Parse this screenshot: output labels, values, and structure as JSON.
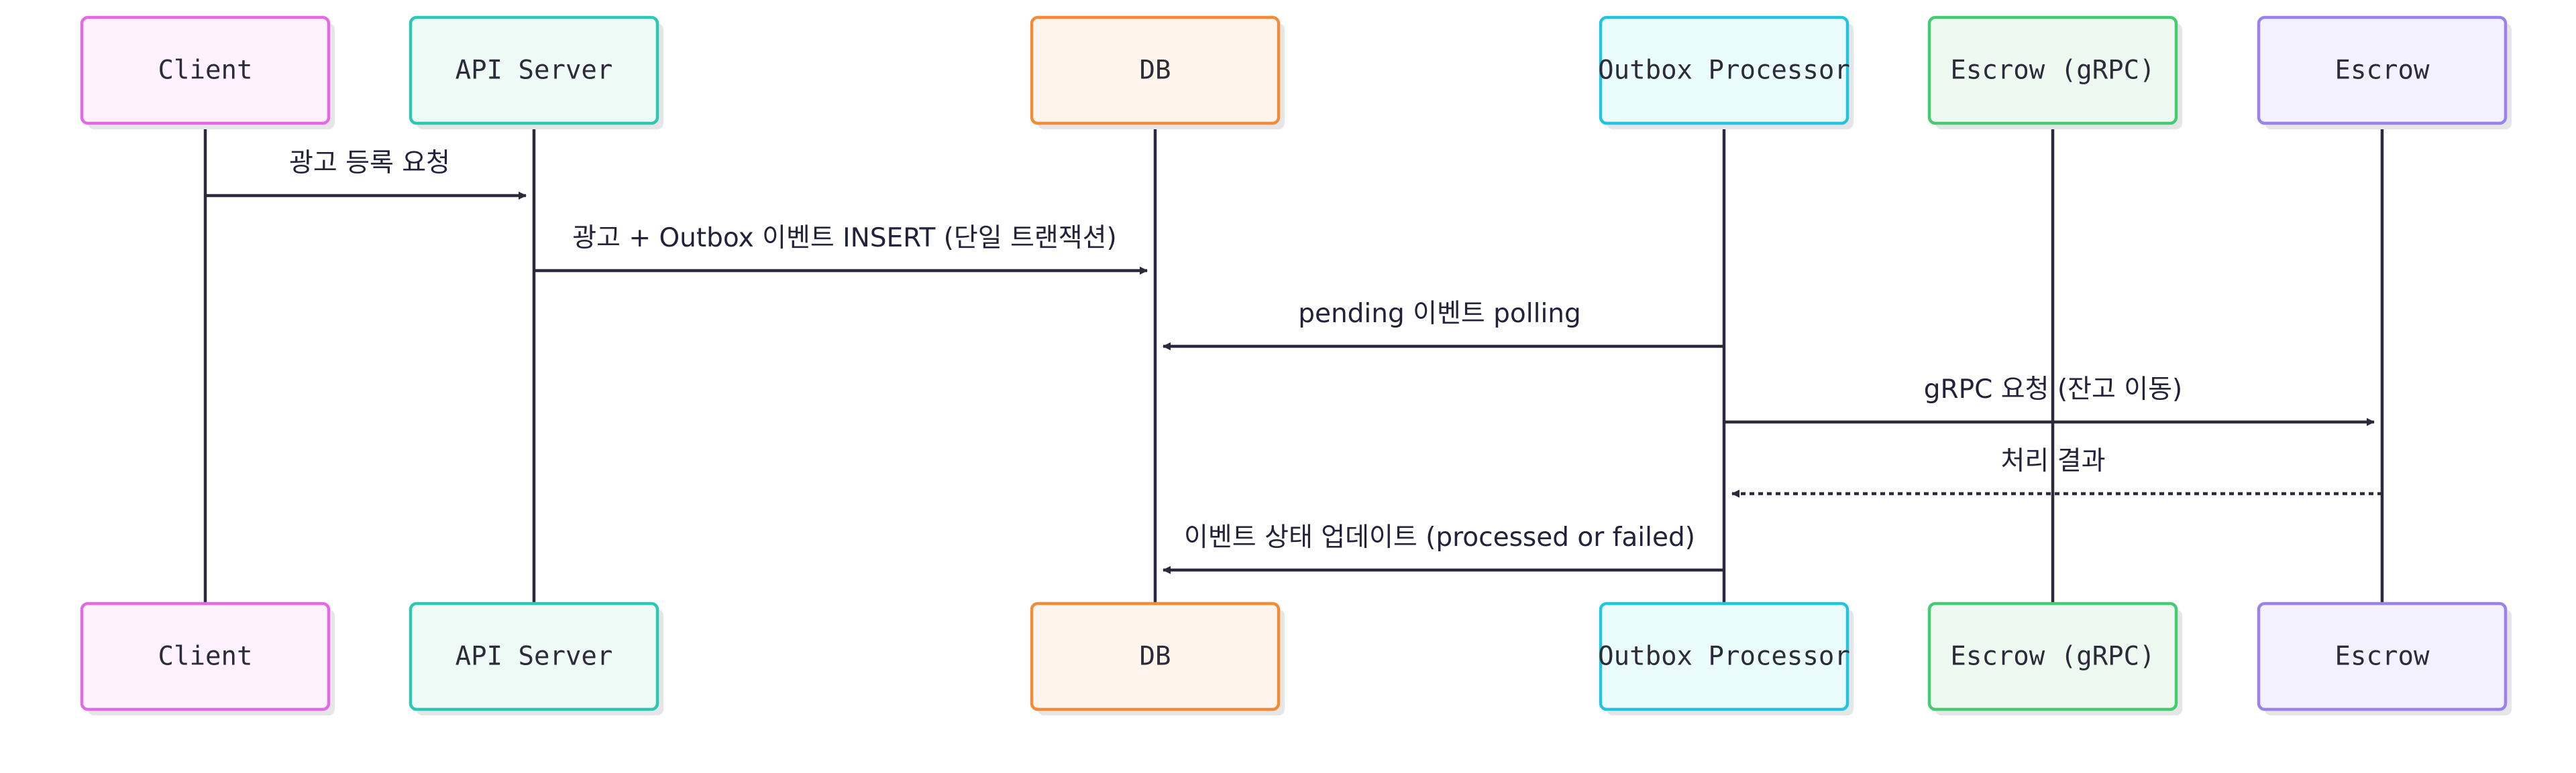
{
  "diagram": {
    "type": "sequence",
    "participants": [
      {
        "id": "client",
        "label": "Client",
        "fill": "#fdf2fd",
        "stroke": "#e36ae3"
      },
      {
        "id": "api",
        "label": "API Server",
        "fill": "#eefaf6",
        "stroke": "#2dc8b4"
      },
      {
        "id": "db",
        "label": "DB",
        "fill": "#fff5ec",
        "stroke": "#f28c38"
      },
      {
        "id": "outbox",
        "label": "Outbox Processor",
        "fill": "#eafcfc",
        "stroke": "#22c5dd"
      },
      {
        "id": "escrow_grpc",
        "label": "Escrow (gRPC)",
        "fill": "#eefaf1",
        "stroke": "#45cc72"
      },
      {
        "id": "escrow",
        "label": "Escrow",
        "fill": "#f3f1fe",
        "stroke": "#9a82ea"
      }
    ],
    "messages": [
      {
        "from": "client",
        "to": "api",
        "text": "광고 등록 요청",
        "style": "solid"
      },
      {
        "from": "api",
        "to": "db",
        "text": "광고 + Outbox 이벤트 INSERT (단일 트랜잭션)",
        "style": "solid"
      },
      {
        "from": "outbox",
        "to": "db",
        "text": "pending 이벤트 polling",
        "style": "solid"
      },
      {
        "from": "outbox",
        "to": "escrow",
        "text": "gRPC 요청 (잔고 이동)",
        "style": "solid"
      },
      {
        "from": "escrow",
        "to": "outbox",
        "text": "처리 결과",
        "style": "dotted"
      },
      {
        "from": "outbox",
        "to": "db",
        "text": "이벤트 상태 업데이트 (processed or failed)",
        "style": "solid"
      }
    ],
    "colors": {
      "line": "#2a2a3c",
      "text": "#22223a",
      "shadow": "#e6e6e9"
    }
  }
}
